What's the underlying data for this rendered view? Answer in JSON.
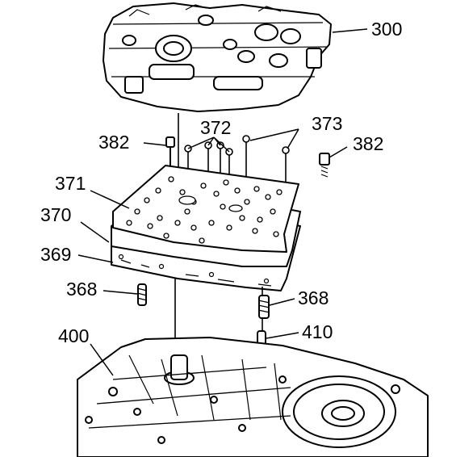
{
  "labels": {
    "valve_body": "300",
    "bolt_left": "382",
    "bolt_right": "382",
    "checkballs_a": "372",
    "checkballs_b": "373",
    "plate_top": "371",
    "plate_middle": "370",
    "plate_bottom": "369",
    "spring_left": "368",
    "spring_right": "368",
    "case": "400",
    "pin": "410"
  },
  "colors": {
    "ink": "#000000",
    "paper": "#ffffff"
  }
}
